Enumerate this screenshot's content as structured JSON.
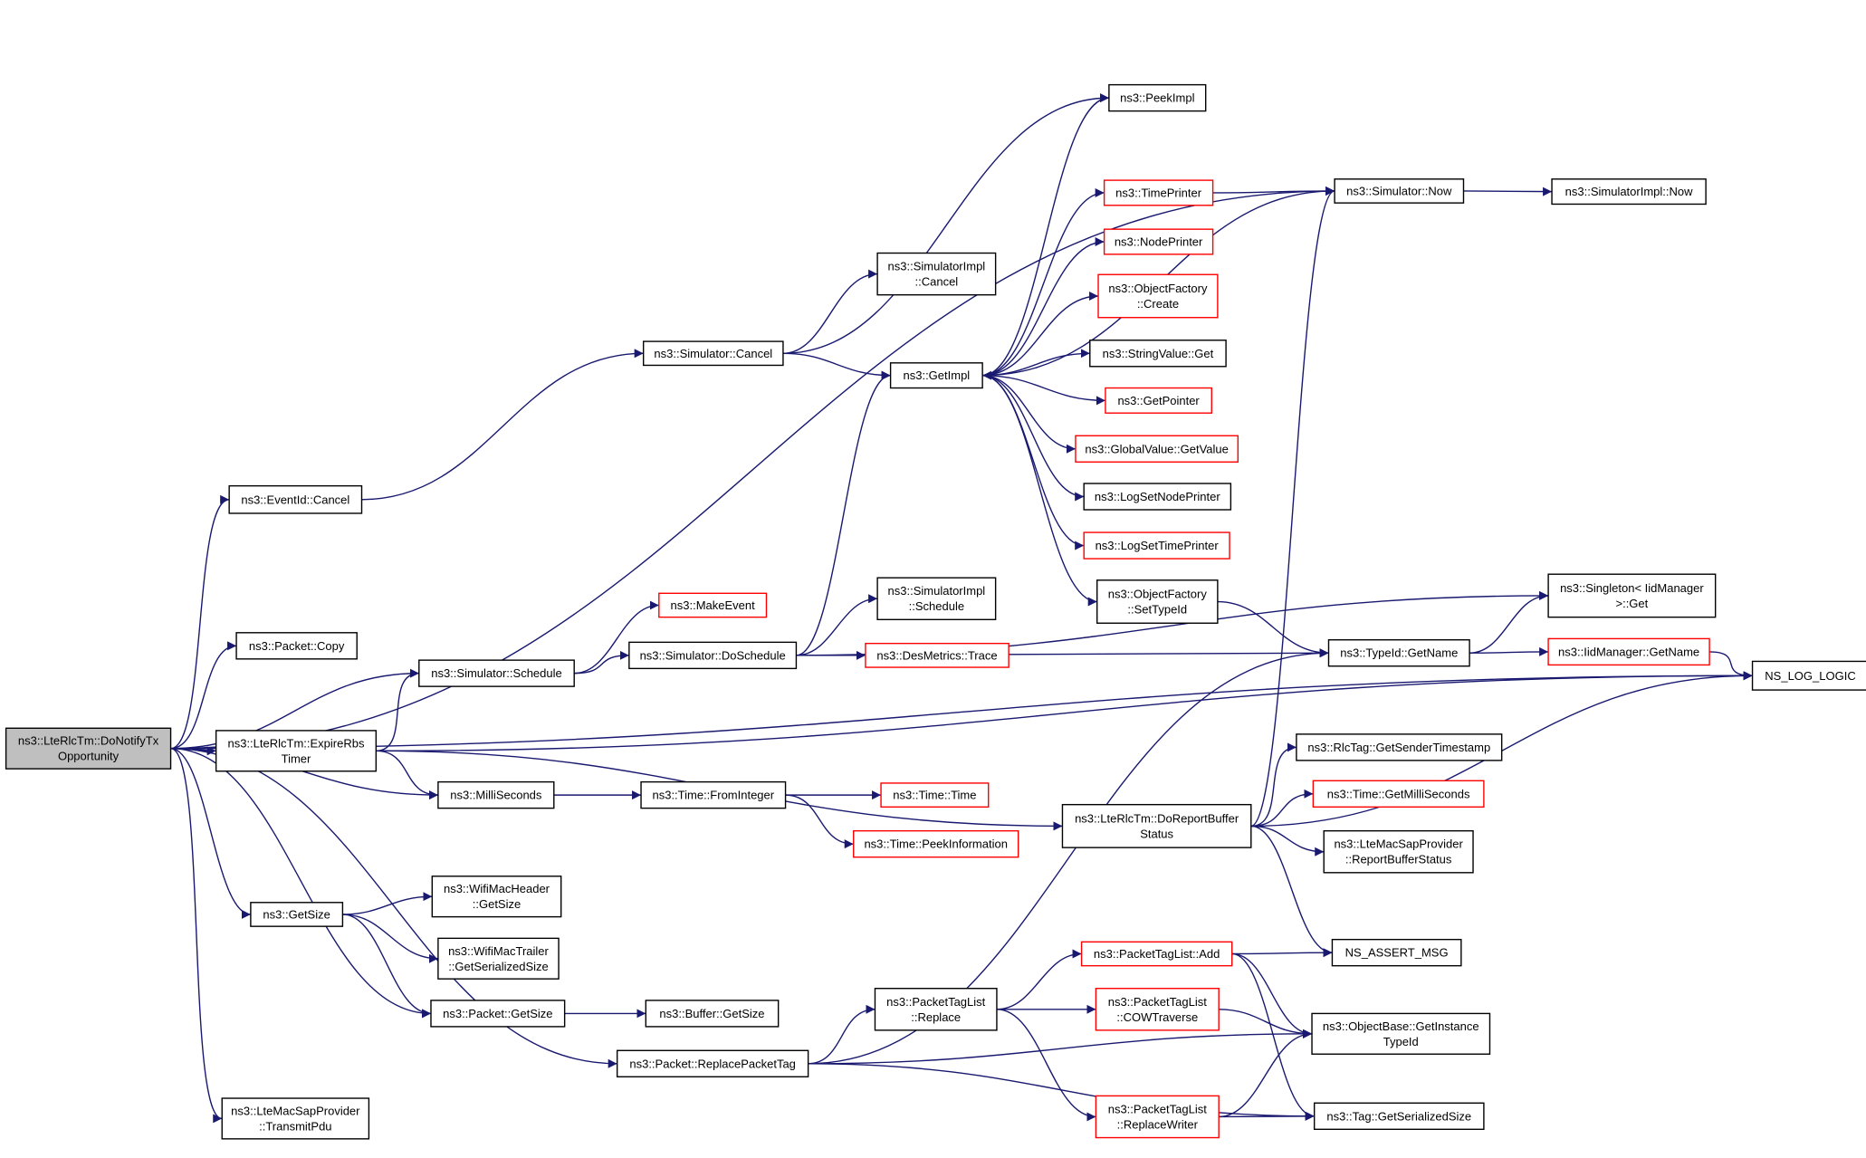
{
  "colors": {
    "edge": "#191970",
    "root_fill": "#bfbfbf",
    "node_border": "#000000",
    "truncated_border": "#ff0000",
    "background": "#ffffff"
  },
  "nodes": [
    {
      "id": "root",
      "lines": [
        "ns3::LteRlcTm::DoNotifyTx",
        "Opportunity"
      ],
      "root": true
    },
    {
      "id": "eventid_cancel",
      "lines": [
        "ns3::EventId::Cancel"
      ]
    },
    {
      "id": "packet_copy",
      "lines": [
        "ns3::Packet::Copy"
      ]
    },
    {
      "id": "sim_schedule",
      "lines": [
        "ns3::Simulator::Schedule"
      ]
    },
    {
      "id": "expire_rbs",
      "lines": [
        "ns3::LteRlcTm::ExpireRbs",
        "Timer"
      ]
    },
    {
      "id": "milliseconds",
      "lines": [
        "ns3::MilliSeconds"
      ]
    },
    {
      "id": "getsize",
      "lines": [
        "ns3::GetSize"
      ]
    },
    {
      "id": "packet_getsize",
      "lines": [
        "ns3::Packet::GetSize"
      ]
    },
    {
      "id": "transmit_pdu",
      "lines": [
        "ns3::LteMacSapProvider",
        "::TransmitPdu"
      ]
    },
    {
      "id": "sim_cancel",
      "lines": [
        "ns3::Simulator::Cancel"
      ]
    },
    {
      "id": "simimpl_cancel",
      "lines": [
        "ns3::SimulatorImpl",
        "::Cancel"
      ]
    },
    {
      "id": "getimpl",
      "lines": [
        "ns3::GetImpl"
      ]
    },
    {
      "id": "make_event",
      "lines": [
        "ns3::MakeEvent"
      ],
      "truncated": true
    },
    {
      "id": "sim_doschedule",
      "lines": [
        "ns3::Simulator::DoSchedule"
      ]
    },
    {
      "id": "simimpl_schedule",
      "lines": [
        "ns3::SimulatorImpl",
        "::Schedule"
      ]
    },
    {
      "id": "desmetrics_trace",
      "lines": [
        "ns3::DesMetrics::Trace"
      ],
      "truncated": true
    },
    {
      "id": "time_frominteger",
      "lines": [
        "ns3::Time::FromInteger"
      ]
    },
    {
      "id": "time_time",
      "lines": [
        "ns3::Time::Time"
      ],
      "truncated": true
    },
    {
      "id": "time_peekinfo",
      "lines": [
        "ns3::Time::PeekInformation"
      ],
      "truncated": true
    },
    {
      "id": "wifimacheader",
      "lines": [
        "ns3::WifiMacHeader",
        "::GetSize"
      ]
    },
    {
      "id": "wifimactrailer",
      "lines": [
        "ns3::WifiMacTrailer",
        "::GetSerializedSize"
      ]
    },
    {
      "id": "buffer_getsize",
      "lines": [
        "ns3::Buffer::GetSize"
      ]
    },
    {
      "id": "replace_packet_tag",
      "lines": [
        "ns3::Packet::ReplacePacketTag"
      ]
    },
    {
      "id": "ptl_replace",
      "lines": [
        "ns3::PacketTagList",
        "::Replace"
      ]
    },
    {
      "id": "peekimpl",
      "lines": [
        "ns3::PeekImpl"
      ]
    },
    {
      "id": "timeprinter",
      "lines": [
        "ns3::TimePrinter"
      ],
      "truncated": true
    },
    {
      "id": "nodeprinter",
      "lines": [
        "ns3::NodePrinter"
      ],
      "truncated": true
    },
    {
      "id": "of_create",
      "lines": [
        "ns3::ObjectFactory",
        "::Create"
      ],
      "truncated": true
    },
    {
      "id": "stringvalue_get",
      "lines": [
        "ns3::StringValue::Get"
      ]
    },
    {
      "id": "getpointer",
      "lines": [
        "ns3::GetPointer"
      ],
      "truncated": true
    },
    {
      "id": "gv_getvalue",
      "lines": [
        "ns3::GlobalValue::GetValue"
      ],
      "truncated": true
    },
    {
      "id": "logsetnodeprinter",
      "lines": [
        "ns3::LogSetNodePrinter"
      ]
    },
    {
      "id": "logsettimeprinter",
      "lines": [
        "ns3::LogSetTimePrinter"
      ],
      "truncated": true
    },
    {
      "id": "of_settypeid",
      "lines": [
        "ns3::ObjectFactory",
        "::SetTypeId"
      ]
    },
    {
      "id": "do_report_buffer",
      "lines": [
        "ns3::LteRlcTm::DoReportBuffer",
        "Status"
      ]
    },
    {
      "id": "ptl_add",
      "lines": [
        "ns3::PacketTagList::Add"
      ],
      "truncated": true
    },
    {
      "id": "ptl_cow",
      "lines": [
        "ns3::PacketTagList",
        "::COWTraverse"
      ],
      "truncated": true
    },
    {
      "id": "ptl_replacewriter",
      "lines": [
        "ns3::PacketTagList",
        "::ReplaceWriter"
      ],
      "truncated": true
    },
    {
      "id": "sim_now",
      "lines": [
        "ns3::Simulator::Now"
      ]
    },
    {
      "id": "typeid_getname",
      "lines": [
        "ns3::TypeId::GetName"
      ]
    },
    {
      "id": "rlctag",
      "lines": [
        "ns3::RlcTag::GetSenderTimestamp"
      ]
    },
    {
      "id": "time_getms",
      "lines": [
        "ns3::Time::GetMilliSeconds"
      ],
      "truncated": true
    },
    {
      "id": "report_buffer_status",
      "lines": [
        "ns3::LteMacSapProvider",
        "::ReportBufferStatus"
      ]
    },
    {
      "id": "ns_assert_msg",
      "lines": [
        "NS_ASSERT_MSG"
      ]
    },
    {
      "id": "objectbase_git",
      "lines": [
        "ns3::ObjectBase::GetInstance",
        "TypeId"
      ]
    },
    {
      "id": "tag_getser",
      "lines": [
        "ns3::Tag::GetSerializedSize"
      ]
    },
    {
      "id": "simimpl_now",
      "lines": [
        "ns3::SimulatorImpl::Now"
      ]
    },
    {
      "id": "singleton_get",
      "lines": [
        "ns3::Singleton< IidManager",
        " >::Get"
      ]
    },
    {
      "id": "iid_getname",
      "lines": [
        "ns3::IidManager::GetName"
      ],
      "truncated": true
    },
    {
      "id": "ns_log_logic",
      "lines": [
        "NS_LOG_LOGIC"
      ]
    }
  ],
  "edges": [
    [
      "root",
      "eventid_cancel"
    ],
    [
      "root",
      "packet_copy"
    ],
    [
      "root",
      "sim_schedule"
    ],
    [
      "root",
      "expire_rbs"
    ],
    [
      "root",
      "milliseconds"
    ],
    [
      "root",
      "getsize"
    ],
    [
      "root",
      "packet_getsize"
    ],
    [
      "root",
      "transmit_pdu"
    ],
    [
      "root",
      "replace_packet_tag"
    ],
    [
      "root",
      "sim_now"
    ],
    [
      "root",
      "ns_log_logic"
    ],
    [
      "eventid_cancel",
      "sim_cancel"
    ],
    [
      "sim_cancel",
      "simimpl_cancel"
    ],
    [
      "sim_cancel",
      "getimpl"
    ],
    [
      "sim_cancel",
      "peekimpl"
    ],
    [
      "sim_schedule",
      "make_event"
    ],
    [
      "sim_schedule",
      "sim_doschedule"
    ],
    [
      "sim_doschedule",
      "getimpl"
    ],
    [
      "sim_doschedule",
      "simimpl_schedule"
    ],
    [
      "sim_doschedule",
      "desmetrics_trace"
    ],
    [
      "sim_doschedule",
      "singleton_get"
    ],
    [
      "sim_doschedule",
      "typeid_getname"
    ],
    [
      "expire_rbs",
      "sim_schedule"
    ],
    [
      "expire_rbs",
      "milliseconds"
    ],
    [
      "expire_rbs",
      "do_report_buffer"
    ],
    [
      "expire_rbs",
      "ns_log_logic"
    ],
    [
      "milliseconds",
      "time_frominteger"
    ],
    [
      "time_frominteger",
      "time_time"
    ],
    [
      "time_frominteger",
      "time_peekinfo"
    ],
    [
      "getsize",
      "wifimacheader"
    ],
    [
      "getsize",
      "wifimactrailer"
    ],
    [
      "getsize",
      "packet_getsize"
    ],
    [
      "packet_getsize",
      "buffer_getsize"
    ],
    [
      "replace_packet_tag",
      "ptl_replace"
    ],
    [
      "replace_packet_tag",
      "objectbase_git"
    ],
    [
      "replace_packet_tag",
      "tag_getser"
    ],
    [
      "replace_packet_tag",
      "typeid_getname"
    ],
    [
      "ptl_replace",
      "ptl_add"
    ],
    [
      "ptl_replace",
      "ptl_cow"
    ],
    [
      "ptl_replace",
      "ptl_replacewriter"
    ],
    [
      "getimpl",
      "peekimpl"
    ],
    [
      "getimpl",
      "timeprinter"
    ],
    [
      "getimpl",
      "nodeprinter"
    ],
    [
      "getimpl",
      "of_create"
    ],
    [
      "getimpl",
      "stringvalue_get"
    ],
    [
      "getimpl",
      "getpointer"
    ],
    [
      "getimpl",
      "gv_getvalue"
    ],
    [
      "getimpl",
      "logsetnodeprinter"
    ],
    [
      "getimpl",
      "logsettimeprinter"
    ],
    [
      "getimpl",
      "of_settypeid"
    ],
    [
      "timeprinter",
      "sim_now"
    ],
    [
      "sim_now",
      "simimpl_now"
    ],
    [
      "sim_now",
      "getimpl"
    ],
    [
      "of_settypeid",
      "typeid_getname"
    ],
    [
      "typeid_getname",
      "singleton_get"
    ],
    [
      "typeid_getname",
      "iid_getname"
    ],
    [
      "iid_getname",
      "ns_log_logic"
    ],
    [
      "do_report_buffer",
      "sim_now"
    ],
    [
      "do_report_buffer",
      "rlctag"
    ],
    [
      "do_report_buffer",
      "time_getms"
    ],
    [
      "do_report_buffer",
      "report_buffer_status"
    ],
    [
      "do_report_buffer",
      "ns_assert_msg"
    ],
    [
      "do_report_buffer",
      "ns_log_logic"
    ],
    [
      "ptl_add",
      "ns_assert_msg"
    ],
    [
      "ptl_add",
      "objectbase_git"
    ],
    [
      "ptl_add",
      "tag_getser"
    ],
    [
      "ptl_cow",
      "objectbase_git"
    ],
    [
      "ptl_replacewriter",
      "objectbase_git"
    ],
    [
      "ptl_replacewriter",
      "tag_getser"
    ]
  ]
}
